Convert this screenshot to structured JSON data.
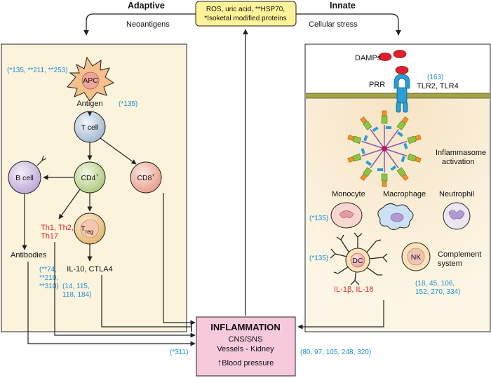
{
  "headers": {
    "adaptive": "Adaptive",
    "innate": "Innate"
  },
  "top_box": {
    "line1": "ROS, uric acid, **HSP70,",
    "line2": "*Isoketal modified proteins"
  },
  "arrow_labels": {
    "neoantigens": "Neoantigens",
    "cellular_stress": "Cellular stress"
  },
  "adaptive": {
    "apc": "APC",
    "antigen": "Antigen",
    "t_cell": "T cell",
    "b_cell": "B cell",
    "cd4": "CD4",
    "cd4_sup": "+",
    "cd8": "CD8",
    "cd8_sup": "+",
    "treg_main": "T",
    "treg_sub": "reg",
    "th_line1": "Th1, Th2,",
    "th_line2": "Th17",
    "il10": "IL-10, CTLA4",
    "antibodies": "Antibodies",
    "refs_apc": "(*135, **211, **253)",
    "refs_antigen": "(*135)",
    "refs_antibodies_1": "(**74,",
    "refs_antibodies_2": "**210,",
    "refs_antibodies_3": "**310)",
    "refs_treg_1": "(14, 115,",
    "refs_treg_2": "118, 184)"
  },
  "innate": {
    "damps": "DAMPs",
    "prr": "PRR",
    "tlr": "TLR2, TLR4",
    "refs_tlr": "(163)",
    "inflammasome_1": "Inflammasome",
    "inflammasome_2": "activation",
    "monocyte": "Monocyte",
    "macrophage": "Macrophage",
    "neutrophil": "Neutrophil",
    "refs_monocyte": "(*135)",
    "refs_dc": "(*135)",
    "dc": "DC",
    "nk": "NK",
    "complement_1": "Complement",
    "complement_2": "system",
    "refs_complement_1": "(18, 45, 106,",
    "refs_complement_2": "152, 270, 334)",
    "il1_prefix": "IL-1",
    "il1_beta": "β",
    "il1_suffix": ", IL-18"
  },
  "inflammation": {
    "title": "INFLAMMATION",
    "line1": "CNS/SNS",
    "line2": "Vessels - Kidney",
    "arrow": "↑",
    "line3": "Blood pressure",
    "refs_left": "(*311)",
    "refs_right": "(80, 97, 105, 248, 320)"
  },
  "colors": {
    "panel_fill": "#fcf3dc",
    "top_box_fill": "#fff39a",
    "inflammation_fill": "#f7c9dc",
    "ref_blue": "#1a8fd6",
    "red_text": "#d8261d"
  }
}
